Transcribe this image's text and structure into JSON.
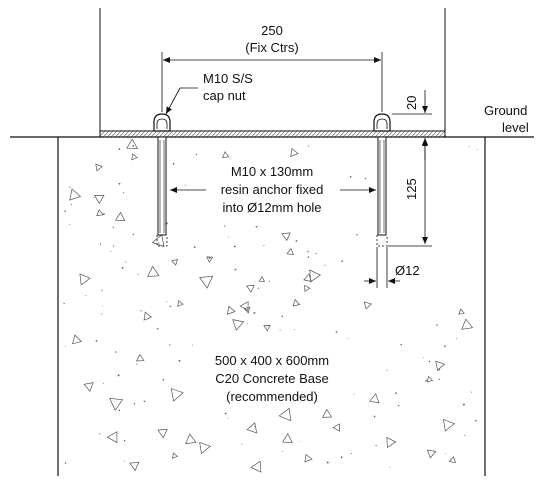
{
  "labels": {
    "spacing_value": "250",
    "spacing_note": "(Fix Ctrs)",
    "nut_line1": "M10 S/S",
    "nut_line2": "cap nut",
    "ground_line1": "Ground",
    "ground_line2": "level",
    "height_dim": "20",
    "anchor_line1": "M10 x 130mm",
    "anchor_line2": "resin anchor fixed",
    "anchor_line3": "into Ø12mm hole",
    "depth_dim": "125",
    "hole_dim": "Ø12",
    "base_line1": "500 x 400 x 600mm",
    "base_line2": "C20 Concrete Base",
    "base_line3": "(recommended)"
  },
  "colors": {
    "line": "#111111",
    "plate_fill": "#d9d9d9",
    "aggregate": "#555555"
  }
}
